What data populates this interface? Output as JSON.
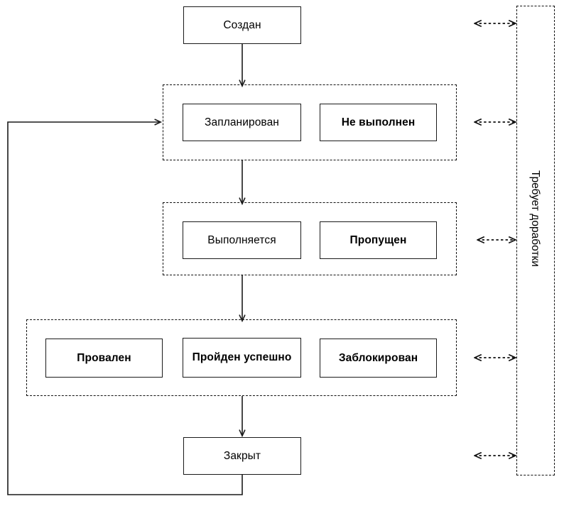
{
  "diagram": {
    "title_text": "",
    "colors": {
      "stroke": "#1a1a1a",
      "dashed_stroke": "#111111",
      "background": "#ffffff",
      "text": "#000000"
    },
    "start_state": {
      "label": "Создан",
      "bold": false
    },
    "groups": [
      {
        "name": "group-planned",
        "states": [
          {
            "label": "Запланирован",
            "bold": false
          },
          {
            "label": "Не выполнен",
            "bold": true
          }
        ]
      },
      {
        "name": "group-running",
        "states": [
          {
            "label": "Выполняется",
            "bold": false
          },
          {
            "label": "Пропущен",
            "bold": true
          }
        ]
      },
      {
        "name": "group-finished",
        "states": [
          {
            "label": "Провален",
            "bold": true
          },
          {
            "label": "Пройден успешно",
            "bold": true
          },
          {
            "label": "Заблокирован",
            "bold": true
          }
        ]
      }
    ],
    "end_state": {
      "label": "Закрыт",
      "bold": false
    },
    "rework_panel": {
      "label": "Требует доработки",
      "orientation": "vertical-rotated-90",
      "connector_count": 4,
      "connector_style": "dashed-double-arrow"
    },
    "loop_back": {
      "from": "Закрыт",
      "to": "Запланирован",
      "style": "solid-single-arrow"
    }
  }
}
